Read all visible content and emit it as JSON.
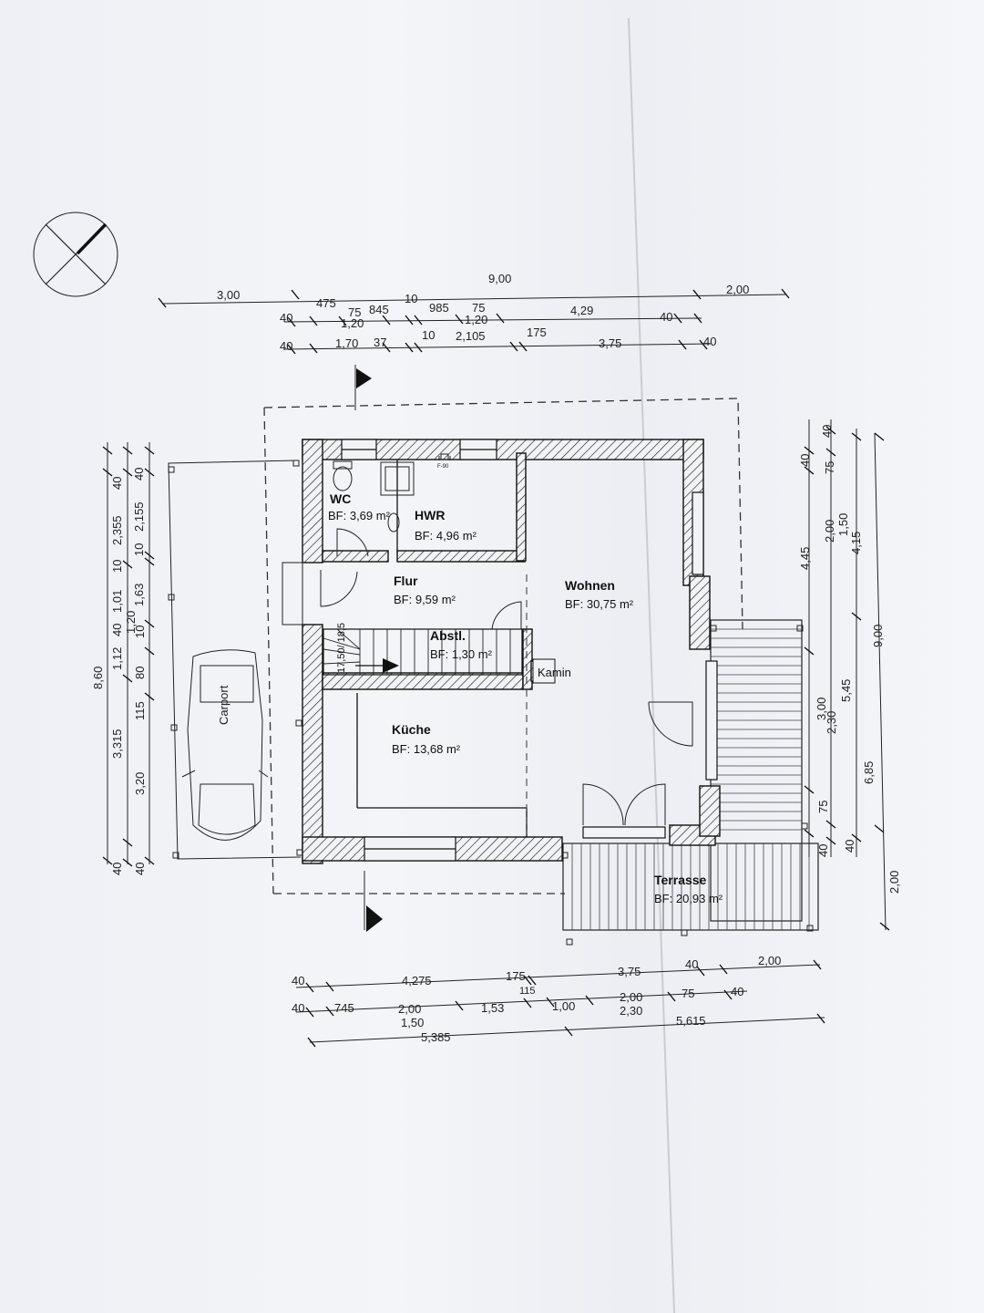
{
  "rooms": {
    "wc": {
      "name": "WC",
      "area": "BF: 3,69 m²"
    },
    "hwr": {
      "name": "HWR",
      "area": "BF: 4,96 m²"
    },
    "flur": {
      "name": "Flur",
      "area": "BF: 9,59 m²"
    },
    "wohnen": {
      "name": "Wohnen",
      "area": "BF: 30,75 m²"
    },
    "abstl": {
      "name": "Abstl.",
      "area": "BF: 1,30 m²"
    },
    "kueche": {
      "name": "Küche",
      "area": "BF: 13,68 m²"
    },
    "terrasse": {
      "name": "Terrasse",
      "area": "BF: 20,93 m²"
    }
  },
  "labels": {
    "kamin": "Kamin",
    "carport": "Carport",
    "f90": "F-90",
    "stair": "17,50/ 18,5"
  },
  "dims_top": {
    "row1": [
      "3,00",
      "9,00",
      "2,00"
    ],
    "row2": [
      "40",
      "475",
      "75",
      "845",
      "10",
      "985",
      "75",
      "1,20",
      "1,20",
      "4,29",
      "40"
    ],
    "row3": [
      "40",
      "1,70",
      "37",
      "10",
      "2,105",
      "175",
      "3,75",
      "40"
    ]
  },
  "dims_bottom": {
    "row1": [
      "40",
      "4,275",
      "175",
      "115",
      "3,75",
      "40",
      "2,00"
    ],
    "row2": [
      "40",
      "745",
      "2,00",
      "1,50",
      "1,53",
      "1,00",
      "2,00",
      "2,30",
      "75",
      "40"
    ],
    "row3": [
      "5,385",
      "5,615"
    ]
  },
  "dims_left": {
    "row1": [
      "8,60"
    ],
    "row2": [
      "40",
      "2,355",
      "10",
      "1,01",
      "40",
      "1,12",
      "115",
      "3,315",
      "3,20",
      "40"
    ],
    "row3": [
      "40",
      "2,155",
      "10",
      "1,63",
      "1,20",
      "10",
      "80",
      "40"
    ]
  },
  "dims_right": {
    "row1": [
      "40",
      "4,45",
      "3,00",
      "75",
      "40"
    ],
    "row2": [
      "40",
      "75",
      "2,00",
      "2,30",
      "40"
    ],
    "row3": [
      "1,50",
      "5,45",
      "6,85"
    ],
    "row4": [
      "4,15",
      "9,00",
      "2,00"
    ]
  },
  "colors": {
    "ink": "#111111",
    "paper": "#f1f2f6"
  }
}
